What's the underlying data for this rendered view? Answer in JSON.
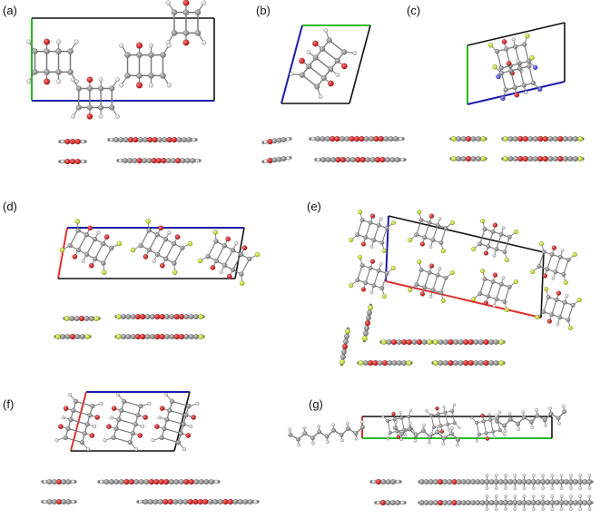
{
  "panels": [
    {
      "id": "a",
      "label": "(a)"
    },
    {
      "id": "b",
      "label": "(b)"
    },
    {
      "id": "c",
      "label": "(c)"
    },
    {
      "id": "d",
      "label": "(d)"
    },
    {
      "id": "e",
      "label": "(e)"
    },
    {
      "id": "f",
      "label": "(f)"
    },
    {
      "id": "g",
      "label": "(g)"
    }
  ],
  "colors": {
    "carbon": "#7a7a7a",
    "oxygen": "#d40f0f",
    "hydrogen": "#e4e4e4",
    "fluorine": "#c6dd23",
    "nitrogen": "#4b4bd6",
    "cell_edge": "#111111",
    "axis_a": "#e03030",
    "axis_b": "#22bb22",
    "axis_c": "#1c1ca8"
  }
}
